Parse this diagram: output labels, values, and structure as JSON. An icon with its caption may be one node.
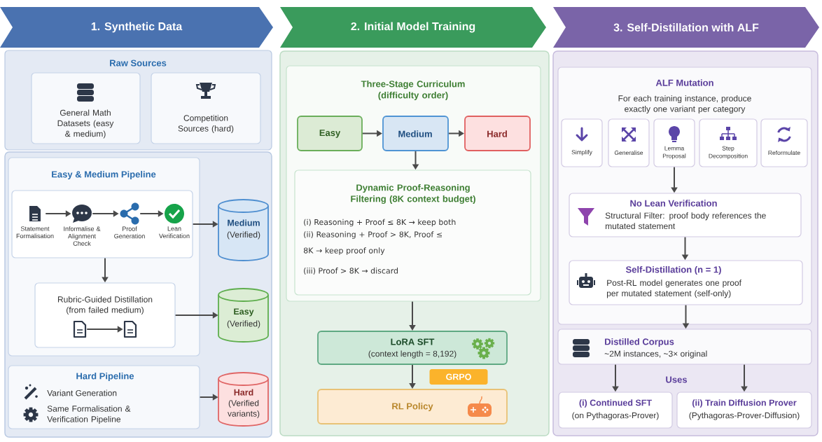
{
  "diagram": {
    "nodes": [
      {
        "text": [
          "1. Synthetic Data"
        ]
      },
      {
        "text": [
          "Raw Sources"
        ]
      },
      {
        "text": [
          "General Math Datasets (easy & medium)"
        ],
        "in": 1
      },
      {
        "text": [
          "Competition Sources (hard)"
        ],
        "in": 1
      },
      {
        "text": [
          "Easy & Medium Pipeline"
        ]
      },
      {
        "text": [],
        "shape": "box",
        "in": 4
      },
      {
        "text": [
          "Statement Formalisation"
        ],
        "in": 5
      },
      {
        "text": [
          "Informalise & Alignment Check"
        ],
        "in": 5
      },
      {
        "text": [
          "Proof Generation"
        ],
        "in": 5
      },
      {
        "text": [
          "Lean Verification"
        ],
        "in": 5
      },
      {
        "text": [
          "Rubric-Guided Distillation (from failed medium)"
        ],
        "in": 4
      },
      {
        "text": [],
        "shape": "document",
        "in": 10
      },
      {
        "text": [],
        "shape": "document",
        "in": 10
      },
      {
        "text": [
          "Hard Pipeline",
          "Variant Generation",
          "Same Formalisation & Verification Pipeline"
        ]
      },
      {
        "text": [
          "Medium",
          "(Verified)"
        ]
      },
      {
        "text": [
          "Easy",
          "(Verified)"
        ]
      },
      {
        "text": [
          "Hard",
          "(Verified variants)"
        ]
      },
      {
        "text": [
          "2. Initial Model Training"
        ]
      },
      {
        "text": [
          "Three-Stage Curriculum (difficulty order)"
        ]
      },
      {
        "text": [
          "Easy"
        ],
        "in": 18
      },
      {
        "text": [
          "Medium"
        ],
        "in": 18
      },
      {
        "text": [
          "Hard"
        ],
        "in": 18
      },
      {
        "text": [
          "Dynamic Proof-Reasoning Filtering (8K context budget)",
          "(i) Reasoning + Proof ≤ 8K → keep both",
          "(ii) Reasoning + Proof > 8K, Proof ≤ 8K → keep proof only",
          "(iii) Proof > 8K → discard"
        ],
        "in": 18
      },
      {
        "text": [
          "LoRA SFT",
          "(context length = 8,192)"
        ]
      },
      {
        "text": [
          "RL Policy"
        ]
      },
      {
        "text": [
          "3. Self-Distillation with ALF"
        ]
      },
      {
        "text": [
          "ALF Mutation",
          "For each training instance, produce exactly one variant per category"
        ]
      },
      {
        "text": [
          "Simplify"
        ],
        "in": 26
      },
      {
        "text": [
          "Generalise"
        ],
        "in": 26
      },
      {
        "text": [
          "Lemma Proposal"
        ],
        "in": 26
      },
      {
        "text": [
          "Step Decomposition"
        ],
        "in": 26
      },
      {
        "text": [
          "Reformulate"
        ],
        "in": 26
      },
      {
        "text": [
          "No Lean Verification",
          "Structural Filter: proof body references the mutated statement"
        ],
        "in": 26
      },
      {
        "text": [
          "Self-Distillation (n = 1)",
          "Post-RL model generates one proof per mutated statement (self-only)"
        ],
        "in": 26
      },
      {
        "text": [
          "Distilled Corpus",
          "~2M instances, ~3× original"
        ]
      },
      {
        "text": [
          "(i) Continued SFT",
          "(on Pythagoras-Prover)"
        ]
      },
      {
        "text": [
          "(ii) Train Diffusion Prover",
          "(Pythagoras-Prover-Diffusion)"
        ]
      }
    ],
    "edges": [
      {
        "from": 6,
        "to": 7,
        "arrow": "to"
      },
      {
        "from": 7,
        "to": 8,
        "arrow": "to"
      },
      {
        "from": 8,
        "to": 9,
        "arrow": "to"
      },
      {
        "from": 5,
        "to": 14,
        "arrow": "to"
      },
      {
        "from": 5,
        "to": 10,
        "arrow": "to"
      },
      {
        "from": 11,
        "to": 12,
        "arrow": "to"
      },
      {
        "from": 10,
        "to": 15,
        "arrow": "to"
      },
      {
        "from": 13,
        "to": 16,
        "arrow": "to"
      },
      {
        "from": 19,
        "to": 20,
        "arrow": "to"
      },
      {
        "from": 20,
        "to": 21,
        "arrow": "to"
      },
      {
        "from": 20,
        "to": 22,
        "arrow": "to"
      },
      {
        "from": 18,
        "to": 23,
        "arrow": "to"
      },
      {
        "from": 23,
        "to": 24,
        "arrow": "to",
        "label": "GRPO"
      },
      {
        "from": 29,
        "to": 32,
        "arrow": "to"
      },
      {
        "from": 32,
        "to": 33,
        "arrow": "to"
      },
      {
        "from": 33,
        "to": 34,
        "arrow": "to"
      },
      {
        "from": 34,
        "to": 35,
        "arrow": "to"
      },
      {
        "from": 34,
        "to": 36,
        "arrow": "to"
      }
    ],
    "labels": [
      "Uses"
    ]
  }
}
